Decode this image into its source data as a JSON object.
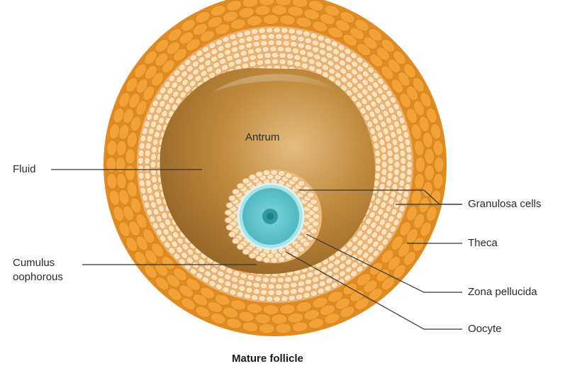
{
  "diagram": {
    "caption": "Mature follicle",
    "regions": {
      "antrum": "Antrum"
    },
    "labels": {
      "fluid": "Fluid",
      "cumulus_line1": "Cumulus",
      "cumulus_line2": "oophorous",
      "granulosa": "Granulosa cells",
      "theca": "Theca",
      "zona": "Zona pellucida",
      "oocyte": "Oocyte"
    }
  },
  "colors": {
    "theca_outer": "#e8942a",
    "theca_cell": "#f0a63a",
    "granulosa_bg": "#f3c48a",
    "granulosa_cell": "#fbe0b8",
    "antrum_dark": "#a8742c",
    "antrum_light": "#d8ad6c",
    "zona": "#8fd6d8",
    "oocyte": "#5cc0c8",
    "nucleus": "#2a8f96",
    "line": "#333333"
  }
}
